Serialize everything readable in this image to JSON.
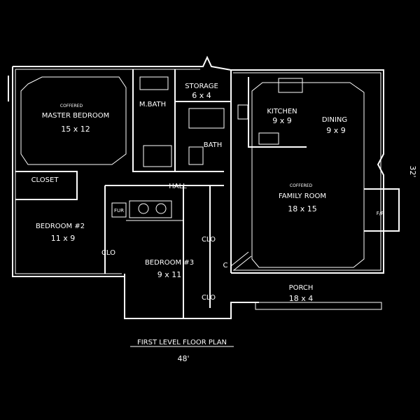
{
  "rooms": {
    "master_bedroom": {
      "note": "COFFERED",
      "name": "MASTER BEDROOM",
      "size": "15 x 12"
    },
    "closet": {
      "name": "CLOSET"
    },
    "mbath": {
      "name": "M.BATH"
    },
    "storage": {
      "name": "STORAGE",
      "size": "6 x 4"
    },
    "bath": {
      "name": "BATH"
    },
    "kitchen": {
      "name": "KITCHEN",
      "size": "9 x 9"
    },
    "dining": {
      "name": "DINING",
      "size": "9 x 9"
    },
    "hall": {
      "name": "HALL"
    },
    "family_room": {
      "note": "COFFERED",
      "name": "FAMILY ROOM",
      "size": "18 x 15"
    },
    "bedroom2": {
      "name": "BEDROOM #2",
      "size": "11 x 9"
    },
    "bedroom3": {
      "name": "BEDROOM #3",
      "size": "9 x 11"
    },
    "porch": {
      "name": "PORCH",
      "size": "18 x 4"
    },
    "fp": {
      "name": "F/P"
    },
    "fur": {
      "name": "FUR"
    }
  },
  "closets": {
    "clo_b2": "CLO",
    "clo_hall": "CLO",
    "clo_b3": "CLO",
    "c_small": "C"
  },
  "title": "FIRST LEVEL FLOOR PLAN",
  "dimensions": {
    "width": "48'",
    "depth": "32'"
  }
}
